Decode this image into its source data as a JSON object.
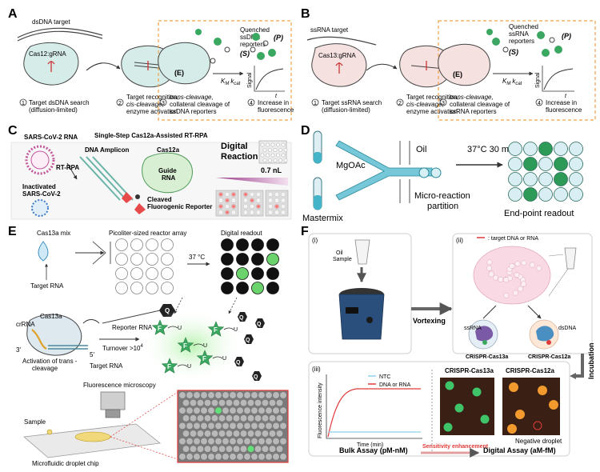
{
  "panel_a": {
    "label": "A",
    "target": "dsDNA target",
    "enzyme": "Cas12:gRNA",
    "quenched_1": "Quenched",
    "quenched_2": "ssDNA",
    "quenched_3": "reporters",
    "s": "(S)",
    "e": "(E)",
    "p": "(P)",
    "kinetics": "K",
    "km_sub": "M",
    "kcat": "k",
    "kcat_sub": "cat",
    "signal": "Signal",
    "t": "t",
    "step1_num": "1",
    "step1_l1": "Target dsDNA search",
    "step1_l2": "(diffusion-limited)",
    "step2_num": "2",
    "step2_l1": "Target recognition,",
    "step2_l2": "cis-cleavage,",
    "step2_l3": "enzyme activation",
    "step3_num": "3",
    "step3_l1": "trans-cleavage,",
    "step3_l2": "collateral cleavage of",
    "step3_l3": "ssDNA reporters",
    "step4_num": "4",
    "step4_l1": "Increase in",
    "step4_l2": "fluorescence"
  },
  "panel_b": {
    "label": "B",
    "target": "ssRNA target",
    "enzyme": "Cas13:gRNA",
    "quenched_1": "Quenched",
    "quenched_2": "ssRNA",
    "quenched_3": "reporters",
    "s": "(S)",
    "e": "(E)",
    "p": "(P)",
    "kinetics": "K",
    "km_sub": "M",
    "kcat": "k",
    "kcat_sub": "cat",
    "signal": "Signal",
    "t": "t",
    "step1_num": "1",
    "step1_l1": "Target ssRNA search",
    "step1_l2": "(diffusion-limited)",
    "step2_num": "2",
    "step2_l1": "Target recognition,",
    "step2_l2": "cis-cleavage,",
    "step2_l3": "enzyme activation",
    "step3_num": "3",
    "step3_l1": "trans-cleavage,",
    "step3_l2": "collateral cleavage of",
    "step3_l3": "ssRNA reporters",
    "step4_num": "4",
    "step4_l1": "Increase in",
    "step4_l2": "fluorescence"
  },
  "panel_c": {
    "label": "C",
    "rna": "SARS-CoV-2 RNA",
    "title": "Single-Step Cas12a-Assisted RT-RPA",
    "amplicon": "DNA Amplicon",
    "cas12a": "Cas12a",
    "rtrpa": "RT-RPA",
    "guide_1": "Guide",
    "guide_2": "RNA",
    "inact_1": "Inactivated",
    "inact_2": "SARS-CoV-2",
    "cleaved_1": "Cleaved",
    "cleaved_2": "Fluorogenic Reporter",
    "digital_1": "Digital",
    "digital_2": "Reaction",
    "volume": "0.7 nL"
  },
  "panel_d": {
    "label": "D",
    "mgoac": "MgOAc",
    "oil": "Oil",
    "temp": "37°C 30 min",
    "partition_1": "Micro-reaction",
    "partition_2": "partition",
    "mastermix": "Mastermix",
    "readout": "End-point readout"
  },
  "panel_e": {
    "label": "E",
    "mix": "Cas13a mix",
    "array": "Picoliter-sized reactor array",
    "readout": "Digital readout",
    "temp": "37 °C",
    "target": "Target RNA",
    "cas13a": "Cas13a",
    "crrna": "crRNA",
    "reporter": "Reporter RNA",
    "turnover": "Turnover >10",
    "turnover_exp": "4",
    "three_prime": "3'",
    "five_prime": "5'",
    "activation_1": "Activation of trans -",
    "activation_2": "cleavage",
    "target2": "Target RNA",
    "microscopy": "Fluorescence microscopy",
    "sample": "Sample",
    "chip": "Microfluidic droplet chip",
    "q": "Q",
    "f": "F",
    "u": "U"
  },
  "panel_f": {
    "label": "F",
    "i": "(i)",
    "ii": "(ii)",
    "iii": "(iii)",
    "oil": "Oil",
    "sample": "Sample",
    "target_legend": ": target DNA or RNA",
    "ssrna": "ssRNA",
    "dsdna": "dsDNA",
    "vortexing": "Vortexing",
    "incubation": "Incubation",
    "cr13": "CRISPR-Cas13a",
    "cr12": "CRISPR-Cas12a",
    "ntc": "NTC",
    "dna_rna": "DNA or RNA",
    "y_axis": "Fluorescence intensity",
    "x_axis": "Time (min)",
    "neg": "Negative droplet",
    "bulk": "Bulk Assay (pM-nM)",
    "sens": "Sensitivity enhancement",
    "digital": "Digital Assay (aM-fM)"
  },
  "colors": {
    "dash_box": "#f0a24a",
    "green": "#3aa860",
    "cas12_fill": "#d6ece8",
    "cas13_fill": "#f6e1e1",
    "red_line": "#e03a3a",
    "ntc_line": "#8fd2e8"
  }
}
